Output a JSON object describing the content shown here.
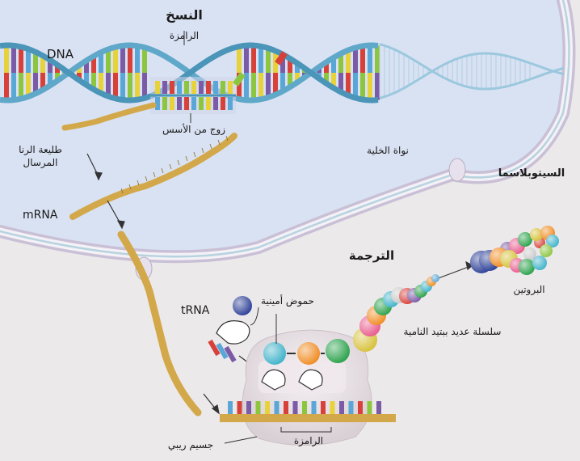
{
  "labels": {
    "transcription": "النسخ",
    "codon_top": "الرامزة",
    "dna": "DNA",
    "base_pair": "زوج من الأسس",
    "pre_mrna": "طليعة الرنا",
    "pre_mrna_2": "المرسال",
    "nucleus": "نواة الخلية",
    "cytoplasm": "السيتوبلاسما",
    "mrna": "mRNA",
    "translation": "الترجمة",
    "protein": "البروتين",
    "amino_acids": "حموض أمينية",
    "trna": "tRNA",
    "polypeptide": "سلسلة عديد ببتيد النامية",
    "ribosome": "جسيم ريبي",
    "codon_bottom": "الرامزة"
  },
  "colors": {
    "nucleus_fill": "#d9e2f3",
    "cytoplasm_fill": "#ece9eb",
    "membrane": "#cfc7da",
    "dna_backbone": "#5fa8c9",
    "mrna": "#d3a84a",
    "base_colors": [
      "#e8d23a",
      "#7b5aa6",
      "#d8413a",
      "#5aa6d6",
      "#8cc63f"
    ],
    "protein_colors": [
      "#2c3f96",
      "#3fb2c9",
      "#f08b22",
      "#2aa14a",
      "#d6c13a",
      "#c9c9c9",
      "#e85a8c"
    ]
  }
}
